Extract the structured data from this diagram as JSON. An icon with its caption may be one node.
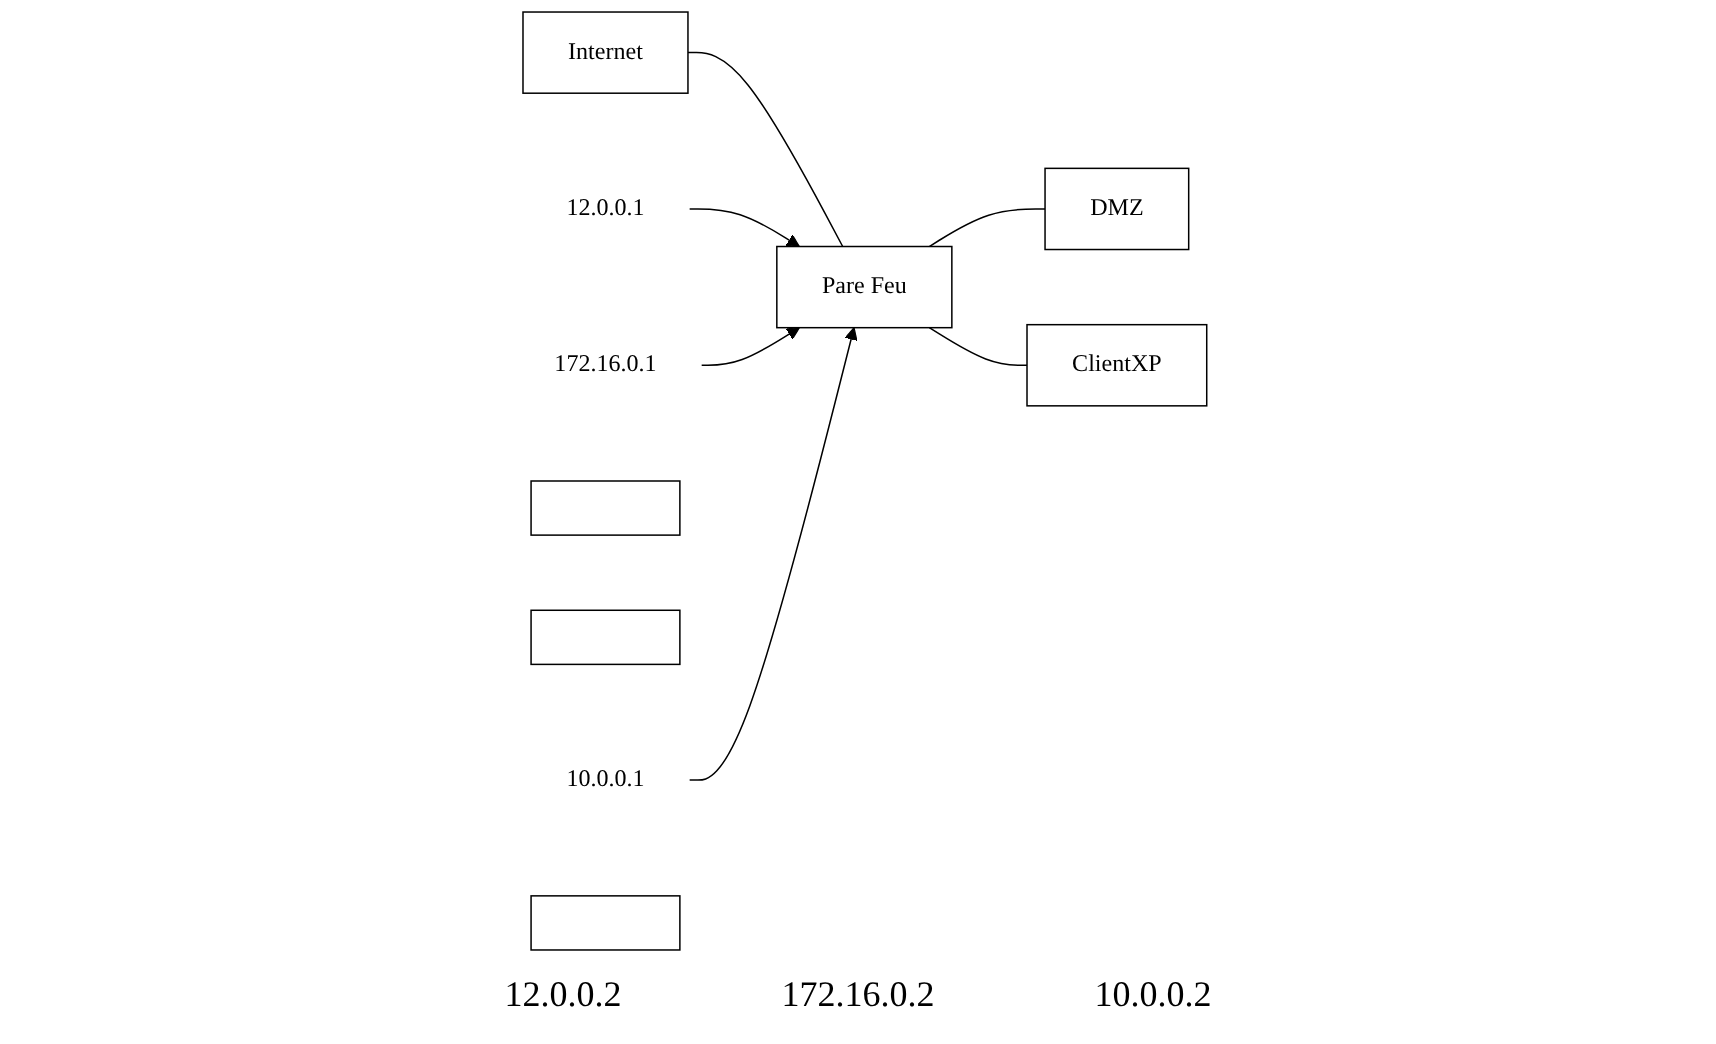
{
  "diagram": {
    "nodes": [
      {
        "text": [
          "12.0.0.1"
        ]
      },
      {
        "text": [
          "172.16.0.1"
        ]
      },
      {
        "text": [
          "Internet"
        ]
      },
      {
        "text": [
          "Pare Feu"
        ]
      },
      {
        "text": [
          "DMZ"
        ]
      },
      {
        "text": [],
        "shape": "bar"
      },
      {
        "text": [],
        "shape": "bar"
      },
      {
        "text": [
          "10.0.0.1"
        ]
      },
      {
        "text": [
          "ClientXP"
        ]
      },
      {
        "text": [],
        "shape": "bar"
      }
    ],
    "edges": [
      {
        "from": 2,
        "to": 3,
        "arrow": "none"
      },
      {
        "from": 3,
        "to": 4,
        "arrow": "none"
      },
      {
        "from": 3,
        "to": 8,
        "arrow": "none"
      },
      {
        "from": 0,
        "to": 3,
        "arrow": "to"
      },
      {
        "from": 1,
        "to": 3,
        "arrow": "to"
      },
      {
        "from": 7,
        "to": 3,
        "arrow": "to"
      }
    ],
    "labels": [
      "12.0.0.2",
      "172.16.0.2",
      "10.0.0.2"
    ]
  }
}
